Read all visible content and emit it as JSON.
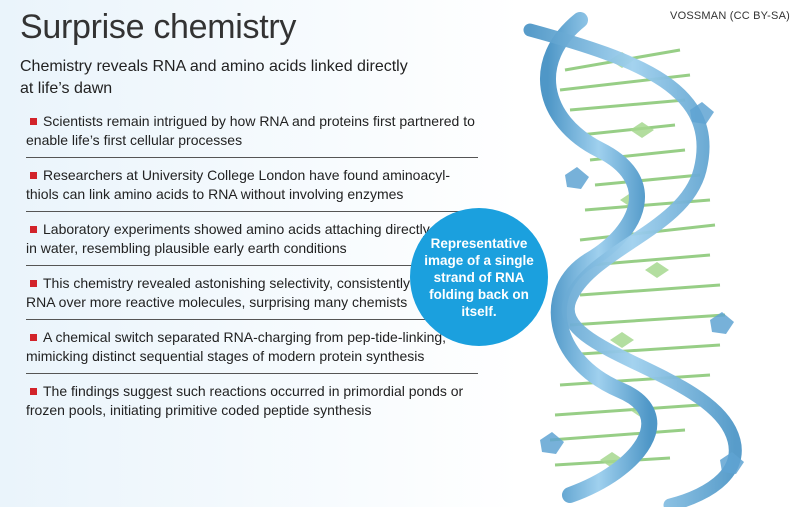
{
  "header": {
    "title": "Surprise chemistry",
    "subtitle": "Chemistry reveals RNA and amino acids linked directly at life’s dawn"
  },
  "credit": "VOSSMAN (CC BY-SA)",
  "bullets": [
    "Scientists remain intrigued by how RNA and proteins first partnered to enable life’s first cellular processes",
    "Researchers at University College London have found aminoacyl-thiols can link amino acids to RNA without involving enzymes",
    "Laboratory experiments showed amino acids attaching directly to RNA in water, resembling plausible early earth conditions",
    "This chemistry revealed astonishing selectivity, consistently favouring RNA over more reactive molecules, surprising many chemists",
    "A chemical switch separated RNA-charging from pep-tide-linking, mimicking distinct sequential stages of modern protein synthesis",
    "The findings suggest such reactions occurred in primordial ponds or frozen pools, initiating primitive coded peptide synthesis"
  ],
  "callout": "Representative image of a single strand of RNA folding back on itself.",
  "colors": {
    "bullet_marker": "#d2232a",
    "callout_bg": "#1ba0de",
    "rna_backbone": "#6aaed6",
    "rna_bases": "#8cc97a"
  },
  "icons": {
    "bullet": "red-square-icon"
  }
}
